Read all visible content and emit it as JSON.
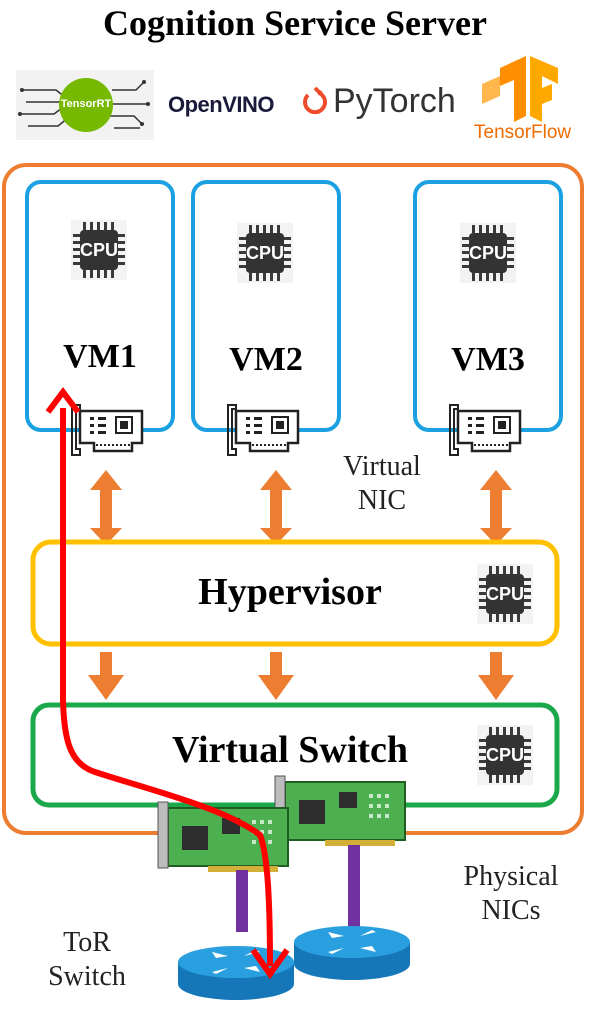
{
  "title": "Cognition Service Server",
  "frameworks": {
    "tensorrt": "TensorRT",
    "openvino": "OpenVINO",
    "pytorch": "PyTorch",
    "tensorflow": "TensorFlow"
  },
  "vms": [
    {
      "label": "VM1"
    },
    {
      "label": "VM2"
    },
    {
      "label": "VM3"
    }
  ],
  "cpu_label": "CPU",
  "hypervisor_label": "Hypervisor",
  "virtual_switch_label": "Virtual Switch",
  "virtual_nic_label": [
    "Virtual",
    "NIC"
  ],
  "physical_nics_label": [
    "Physical",
    "NICs"
  ],
  "tor_switch_label": [
    "ToR",
    "Switch"
  ],
  "colors": {
    "server_border": "#ed7d31",
    "vm_border": "#1ba1e2",
    "hypervisor_border": "#ffc000",
    "switch_border": "#1aa84a",
    "arrow": "#ed7d31",
    "path": "#ff0000",
    "router": "#1e8fd0",
    "nic_board": "#4caf50",
    "cable": "#7030a0"
  }
}
